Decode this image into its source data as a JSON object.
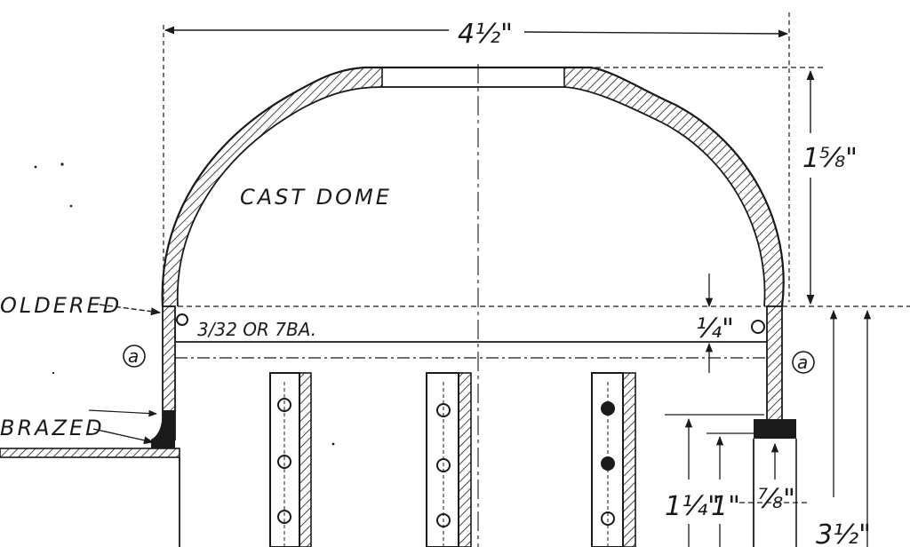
{
  "labels": {
    "cast_dome": "CAST DOME",
    "soldered": "OLDERED",
    "brazed": "BRAZED",
    "fastener": "3/32 OR 7BA.",
    "section_mark": "a"
  },
  "dimensions": {
    "overall_width": "4½\"",
    "dome_height": "1⅝\"",
    "flange_gap": "¼\"",
    "dim_1_1_4": "1¼\"",
    "dim_1": "1\"",
    "dim_7_8": "⅞\"",
    "dim_3_1_2": "3½\""
  },
  "colors": {
    "ink": "#1a1a1a",
    "paper": "#ffffff"
  }
}
